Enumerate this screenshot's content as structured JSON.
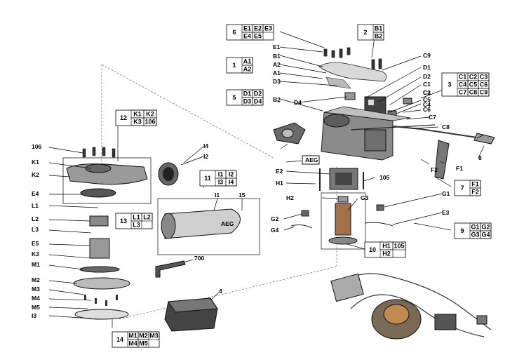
{
  "brand_text": "AEG",
  "groups": [
    {
      "id": "g6",
      "num": "6",
      "rows": [
        [
          "E1",
          "E2",
          "E3"
        ],
        [
          "E4",
          "E5"
        ]
      ]
    },
    {
      "id": "g2",
      "num": "2",
      "rows": [
        [
          "B1"
        ],
        [
          "B2"
        ]
      ]
    },
    {
      "id": "g1",
      "num": "1",
      "rows": [
        [
          "A1"
        ],
        [
          "A2"
        ]
      ]
    },
    {
      "id": "g3",
      "num": "3",
      "rows": [
        [
          "C1",
          "C2",
          "C3"
        ],
        [
          "C4",
          "C5",
          "C6"
        ],
        [
          "C7",
          "C8",
          "C9"
        ]
      ]
    },
    {
      "id": "g5",
      "num": "5",
      "rows": [
        [
          "D1",
          "D2"
        ],
        [
          "D3",
          "D4"
        ]
      ]
    },
    {
      "id": "g12",
      "num": "12",
      "rows": [
        [
          "K1",
          "K2"
        ],
        [
          "K3",
          "106"
        ]
      ]
    },
    {
      "id": "g11",
      "num": "11",
      "rows": [
        [
          "I1",
          "I2"
        ],
        [
          "I3",
          "I4"
        ]
      ]
    },
    {
      "id": "g7",
      "num": "7",
      "rows": [
        [
          "F1"
        ],
        [
          "F2"
        ]
      ]
    },
    {
      "id": "g13",
      "num": "13",
      "rows": [
        [
          "L1",
          "L2"
        ],
        [
          "L3"
        ]
      ]
    },
    {
      "id": "g9",
      "num": "9",
      "rows": [
        [
          "G1",
          "G2"
        ],
        [
          "G3",
          "G4"
        ]
      ]
    },
    {
      "id": "g10",
      "num": "10",
      "rows": [
        [
          "H1",
          "105"
        ],
        [
          "H2"
        ]
      ]
    },
    {
      "id": "g14",
      "num": "14",
      "rows": [
        [
          "M1",
          "M2",
          "M3"
        ],
        [
          "M4",
          "M5"
        ]
      ]
    }
  ],
  "labels": [
    "E1",
    "B1",
    "A2",
    "A1",
    "D3",
    "B2",
    "D4",
    "C9",
    "D1",
    "D2",
    "C1",
    "C2",
    "C3",
    "C4",
    "C5",
    "C6",
    "C7",
    "C8",
    "F1",
    "F2",
    "H1",
    "E2",
    "105",
    "H2",
    "G3",
    "G2",
    "G4",
    "G1",
    "E3",
    "106",
    "K1",
    "K2",
    "E4",
    "L1",
    "L2",
    "L3",
    "E5",
    "K3",
    "M1",
    "M2",
    "M3",
    "M4",
    "M5",
    "I3",
    "I4",
    "I2",
    "I1",
    "15",
    "700",
    "4",
    "8"
  ]
}
